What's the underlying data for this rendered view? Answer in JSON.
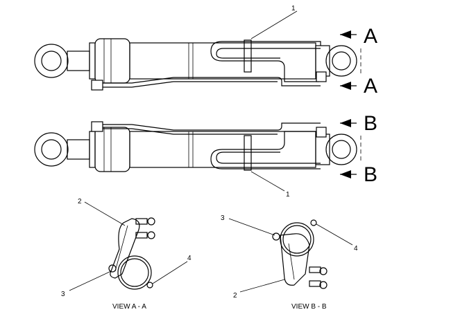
{
  "section_labels": {
    "a_top": "A",
    "a_bottom": "A",
    "b_top": "B",
    "b_bottom": "B"
  },
  "callouts": {
    "top_1": "1",
    "mid_1": "1",
    "left_2": "2",
    "left_3": "3",
    "left_4": "4",
    "right_3": "3",
    "right_4": "4",
    "right_2": "2"
  },
  "views": {
    "view_a": "VIEW A - A",
    "view_b": "VIEW B - B"
  }
}
